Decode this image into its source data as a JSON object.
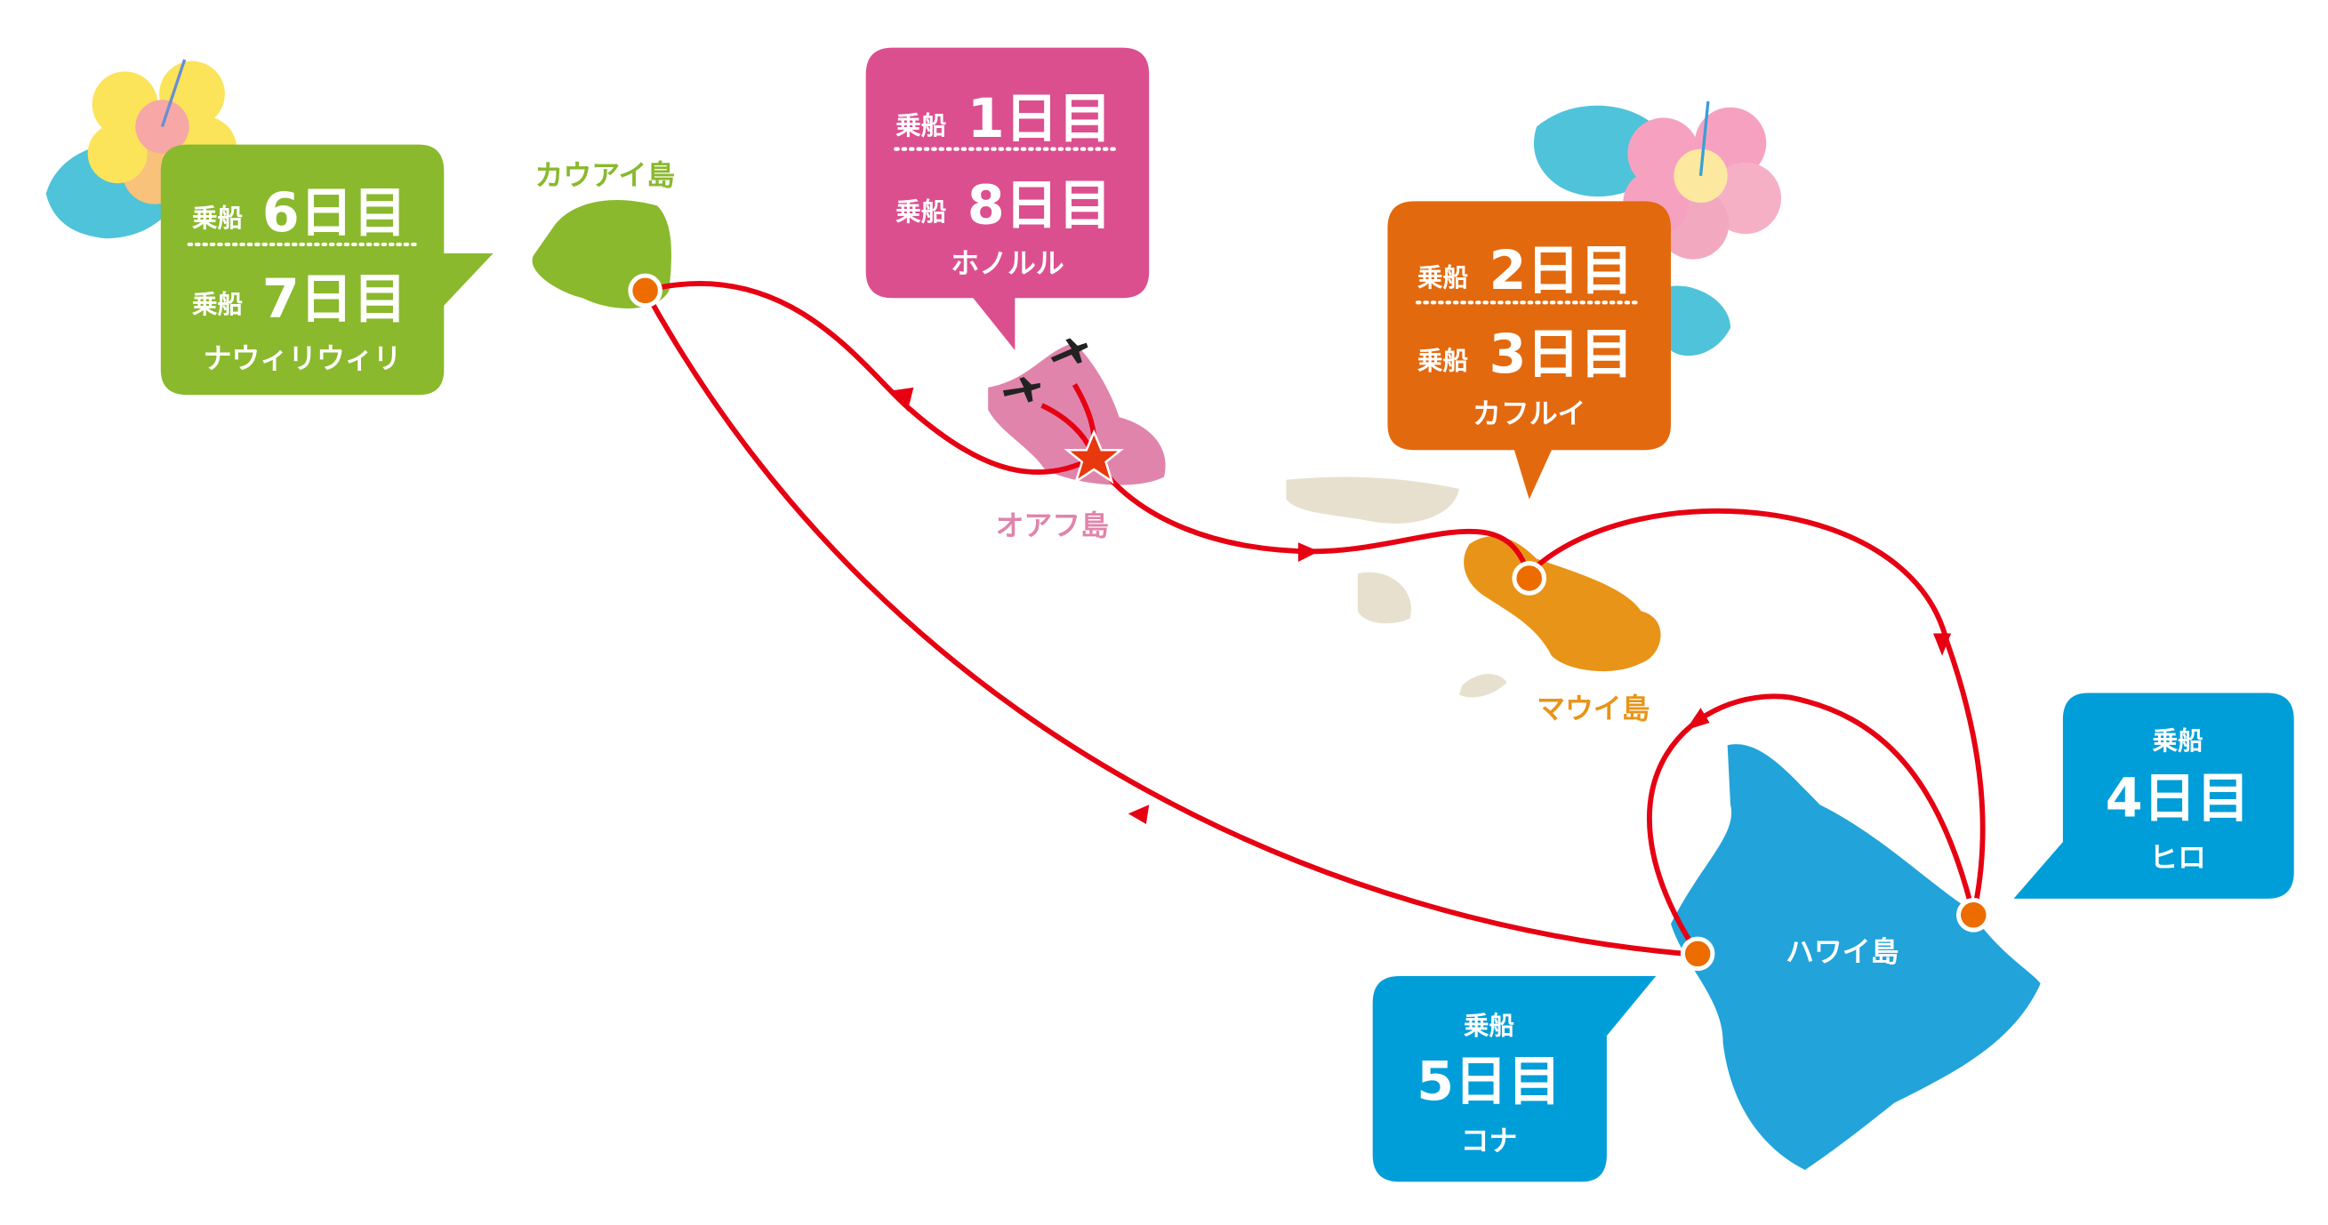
{
  "islands": {
    "kauai": {
      "name": "カウアイ島",
      "color": "#8ab92d"
    },
    "oahu": {
      "name": "オアフ島",
      "color": "#e084ab"
    },
    "maui": {
      "name": "マウイ島",
      "color": "#e89418"
    },
    "hawaii": {
      "name": "ハワイ島",
      "color": "#22a3da"
    },
    "other_color": "#e7e0ce"
  },
  "route_color": "#e60012",
  "callouts": {
    "honolulu": {
      "color": "#dc4f8f",
      "prefix1": "乗船",
      "day1": "1日目",
      "prefix2": "乗船",
      "day2": "8日目",
      "port": "ホノルル"
    },
    "kahului": {
      "color": "#e3690e",
      "prefix1": "乗船",
      "day1": "2日目",
      "prefix2": "乗船",
      "day2": "3日目",
      "port": "カフルイ"
    },
    "hilo": {
      "color": "#009ed8",
      "prefix": "乗船",
      "day": "4日目",
      "port": "ヒロ"
    },
    "kona": {
      "color": "#009ed8",
      "prefix": "乗船",
      "day": "5日目",
      "port": "コナ"
    },
    "nawiliwili": {
      "color": "#8ab92d",
      "prefix1": "乗船",
      "day1": "6日目",
      "prefix2": "乗船",
      "day2": "7日目",
      "port": "ナウィリウィリ"
    }
  }
}
